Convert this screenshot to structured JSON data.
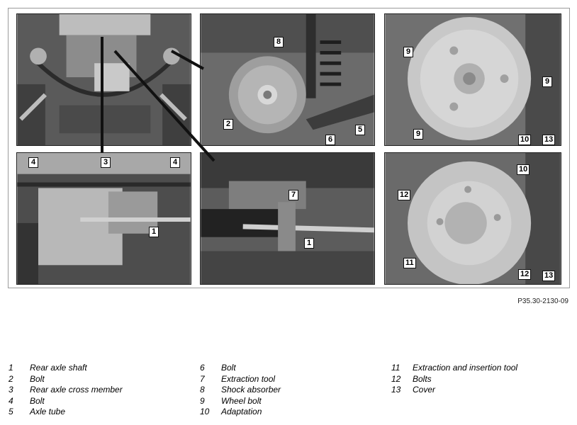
{
  "figure": {
    "reference_id": "P35.30-2130-09",
    "panels": [
      {
        "name": "panel-underbody-overview",
        "callouts": []
      },
      {
        "name": "panel-rear-drum-brake",
        "callouts": [
          "8",
          "2",
          "6",
          "5"
        ]
      },
      {
        "name": "panel-hub-wheel-bolts",
        "callouts": [
          "9",
          "9",
          "9",
          "10",
          "13"
        ]
      },
      {
        "name": "panel-cross-member",
        "callouts": [
          "3",
          "4",
          "4",
          "1"
        ]
      },
      {
        "name": "panel-extraction-tool",
        "callouts": [
          "7",
          "1"
        ]
      },
      {
        "name": "panel-hub-extraction-tool",
        "callouts": [
          "10",
          "12",
          "11",
          "12",
          "13"
        ]
      }
    ]
  },
  "legend": {
    "columns": [
      [
        {
          "num": "1",
          "text": "Rear axle shaft"
        },
        {
          "num": "2",
          "text": "Bolt"
        },
        {
          "num": "3",
          "text": "Rear axle cross member"
        },
        {
          "num": "4",
          "text": "Bolt"
        },
        {
          "num": "5",
          "text": "Axle tube"
        }
      ],
      [
        {
          "num": "6",
          "text": "Bolt"
        },
        {
          "num": "7",
          "text": "Extraction tool"
        },
        {
          "num": "8",
          "text": "Shock absorber"
        },
        {
          "num": "9",
          "text": "Wheel bolt"
        },
        {
          "num": "10",
          "text": "Adaptation"
        }
      ],
      [
        {
          "num": "11",
          "text": "Extraction and insertion tool"
        },
        {
          "num": "12",
          "text": "Bolts"
        },
        {
          "num": "13",
          "text": "Cover"
        }
      ]
    ]
  }
}
